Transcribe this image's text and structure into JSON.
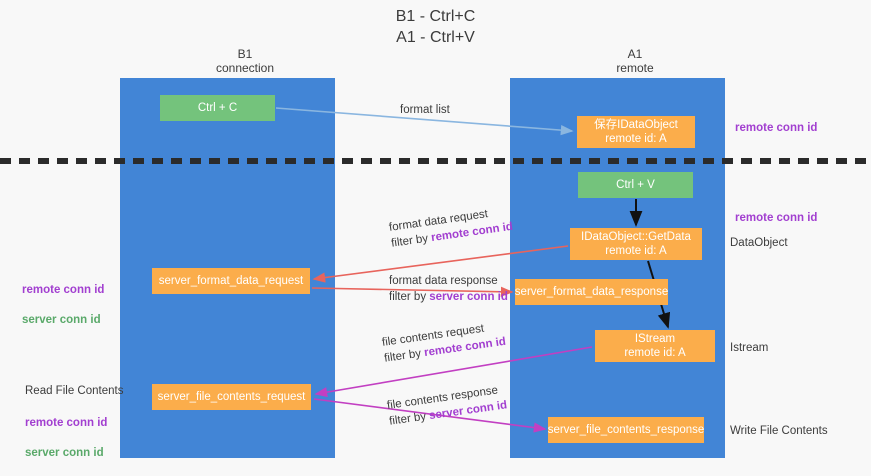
{
  "title": "B1 - Ctrl+C\nA1 - Ctrl+V",
  "columns": {
    "left": "B1\nconnection",
    "right": "A1\nremote"
  },
  "nodes": {
    "ctrl_c": "Ctrl + C",
    "save_dataobject": "保存IDataObject\nremote id: A",
    "ctrl_v": "Ctrl + V",
    "getdata": "IDataObject::GetData\nremote id: A",
    "server_format_data_request": "server_format_data_request",
    "server_format_data_response": "server_format_data_response",
    "istream": "IStream\nremote id: A",
    "server_file_contents_request": "server_file_contents_request",
    "server_file_contents_response": "server_file_contents_response"
  },
  "edges": {
    "format_list": "format list",
    "format_data_request": "format data request",
    "format_data_request_filter_prefix": "filter by ",
    "format_data_request_filter_key": "remote conn id",
    "format_data_response": "format data response",
    "format_data_response_filter_prefix": "filter by ",
    "format_data_response_filter_key": "server conn id",
    "file_contents_request": "file contents request",
    "file_contents_request_filter_prefix": "filter by ",
    "file_contents_request_filter_key": "remote conn id",
    "file_contents_response": "file contents response",
    "file_contents_response_filter_prefix": "filter by ",
    "file_contents_response_filter_key": "server conn id"
  },
  "annotations": {
    "remote_conn_id_top": "remote conn id",
    "remote_conn_id_mid": "remote conn id",
    "dataobject": "DataObject",
    "istream": "Istream",
    "write_file_contents": "Write File Contents",
    "read_file_contents": "Read File Contents",
    "left_remote_conn_id": "remote conn id",
    "left_server_conn_id": "server conn id",
    "left_remote_conn_id_2": "remote conn id",
    "left_server_conn_id_2": "server conn id"
  },
  "colors": {
    "lane": "#4285d6",
    "node_green": "#74c37c",
    "node_orange": "#fbad4b",
    "accent_purple": "#a23fd0",
    "accent_green": "#5aa96a",
    "arrow_blue": "#8ab6e0",
    "arrow_red": "#e8645c",
    "arrow_magenta": "#c23fc2",
    "arrow_black": "#111111",
    "background": "#f8f8f8"
  }
}
